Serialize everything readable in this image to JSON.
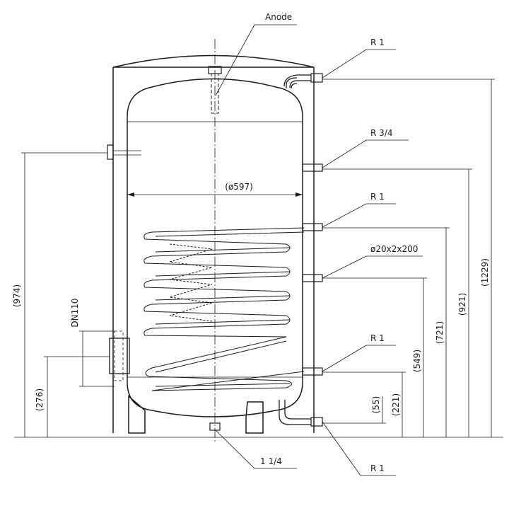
{
  "labels": {
    "anode": "Anode",
    "top_outlet": "R 1",
    "recirculation": "R 3/4",
    "coil_inlet": "R 1",
    "sensor_pocket": "ø20x2x200",
    "coil_outlet": "R 1",
    "cold_inlet": "R 1",
    "drain": "1 1/4",
    "inspection_flange": "DN110"
  },
  "dimensions": {
    "diameter": "(ø597)",
    "height_top_outlet": "(1229)",
    "height_recirculation": "(921)",
    "height_coil_inlet": "(721)",
    "height_sensor": "(549)",
    "height_coil_outlet": "(221)",
    "height_cold_inlet": "(55)",
    "height_heater_port": "(974)",
    "height_flange": "(276)"
  }
}
